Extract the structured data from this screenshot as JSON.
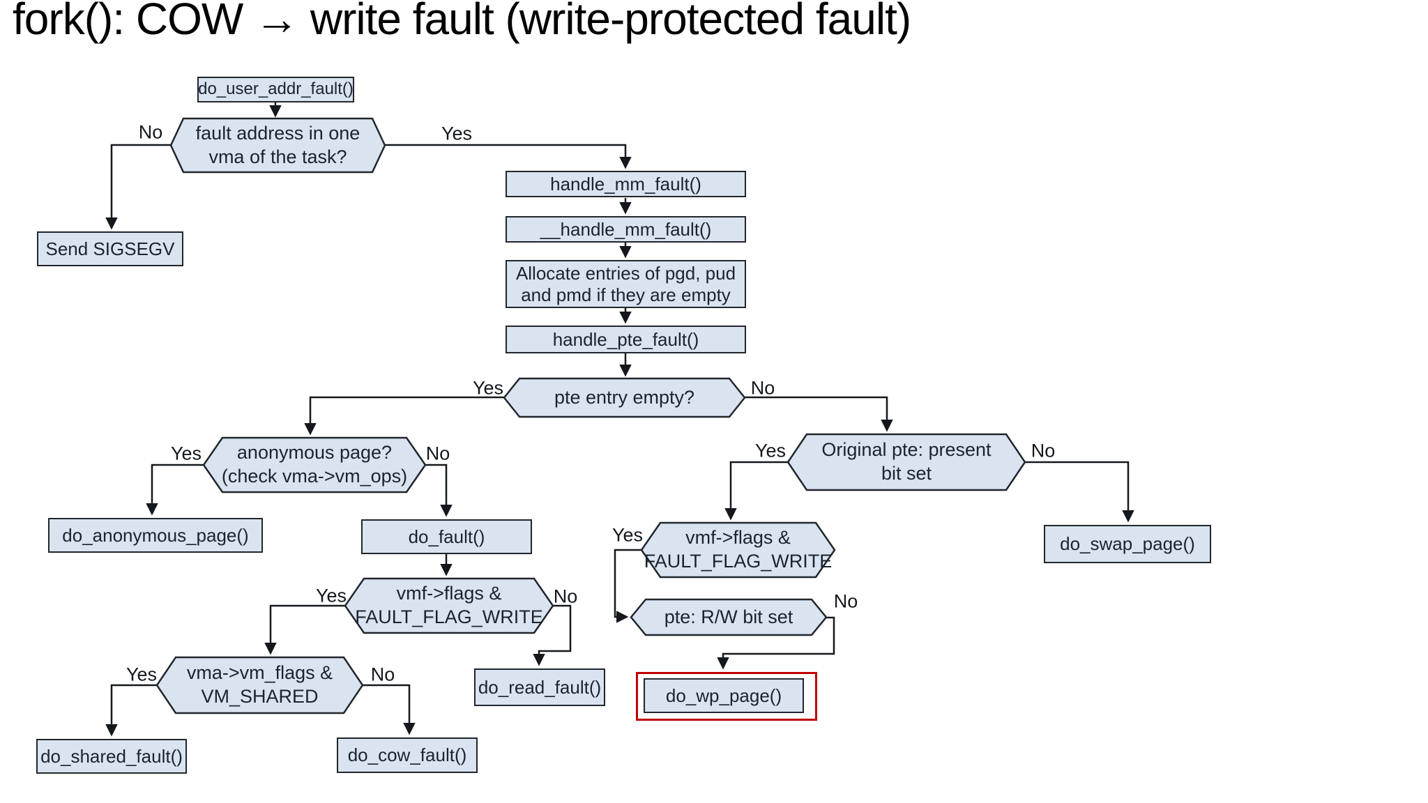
{
  "title": "fork(): COW → write fault (write-protected fault)",
  "diagram": {
    "type": "flowchart",
    "colors": {
      "node_fill": "#dae3f0",
      "node_border": "#20262c",
      "edge": "#14181c",
      "highlight": "#c00000"
    },
    "nodes": {
      "do_user_addr_fault": {
        "shape": "process",
        "label": "do_user_addr_fault()"
      },
      "fault_address": {
        "shape": "decision",
        "label": [
          "fault address in one",
          "vma of the task?"
        ]
      },
      "send_sigsegv": {
        "shape": "process",
        "label": "Send SIGSEGV"
      },
      "handle_mm_fault": {
        "shape": "process",
        "label": "handle_mm_fault()"
      },
      "__handle_mm_fault": {
        "shape": "process",
        "label": "__handle_mm_fault()"
      },
      "allocate_entries": {
        "shape": "process",
        "label": [
          "Allocate entries of pgd, pud",
          "and pmd if they are empty"
        ]
      },
      "handle_pte_fault": {
        "shape": "process",
        "label": "handle_pte_fault()"
      },
      "pte_entry_empty": {
        "shape": "decision",
        "label": "pte entry empty?"
      },
      "anonymous_page": {
        "shape": "decision",
        "label": [
          "anonymous page?",
          "(check vma->vm_ops)"
        ]
      },
      "do_anonymous_page": {
        "shape": "process",
        "label": "do_anonymous_page()"
      },
      "do_fault": {
        "shape": "process",
        "label": "do_fault()"
      },
      "vmf_flags_left": {
        "shape": "decision",
        "label": [
          "vmf->flags &",
          "FAULT_FLAG_WRITE"
        ]
      },
      "vma_vm_flags": {
        "shape": "decision",
        "label": [
          "vma->vm_flags &",
          "VM_SHARED"
        ]
      },
      "do_shared_fault": {
        "shape": "process",
        "label": "do_shared_fault()"
      },
      "do_cow_fault": {
        "shape": "process",
        "label": "do_cow_fault()"
      },
      "do_read_fault": {
        "shape": "process",
        "label": "do_read_fault()"
      },
      "original_pte": {
        "shape": "decision",
        "label": [
          "Original pte: present",
          "bit set"
        ]
      },
      "vmf_flags_right": {
        "shape": "decision",
        "label": [
          "vmf->flags &",
          "FAULT_FLAG_WRITE"
        ]
      },
      "pte_rw_bit": {
        "shape": "decision",
        "label": "pte: R/W bit set"
      },
      "do_wp_page": {
        "shape": "process",
        "label": "do_wp_page()",
        "highlighted": true
      },
      "do_swap_page": {
        "shape": "process",
        "label": "do_swap_page()"
      }
    },
    "branches": {
      "fault_address_no": "No",
      "fault_address_yes": "Yes",
      "pte_empty_yes": "Yes",
      "pte_empty_no": "No",
      "anonymous_yes": "Yes",
      "anonymous_no": "No",
      "vmf_left_yes": "Yes",
      "vmf_left_no": "No",
      "vm_shared_yes": "Yes",
      "vm_shared_no": "No",
      "original_pte_yes": "Yes",
      "original_pte_no": "No",
      "vmf_right_yes": "Yes",
      "pte_rw_no": "No"
    }
  }
}
